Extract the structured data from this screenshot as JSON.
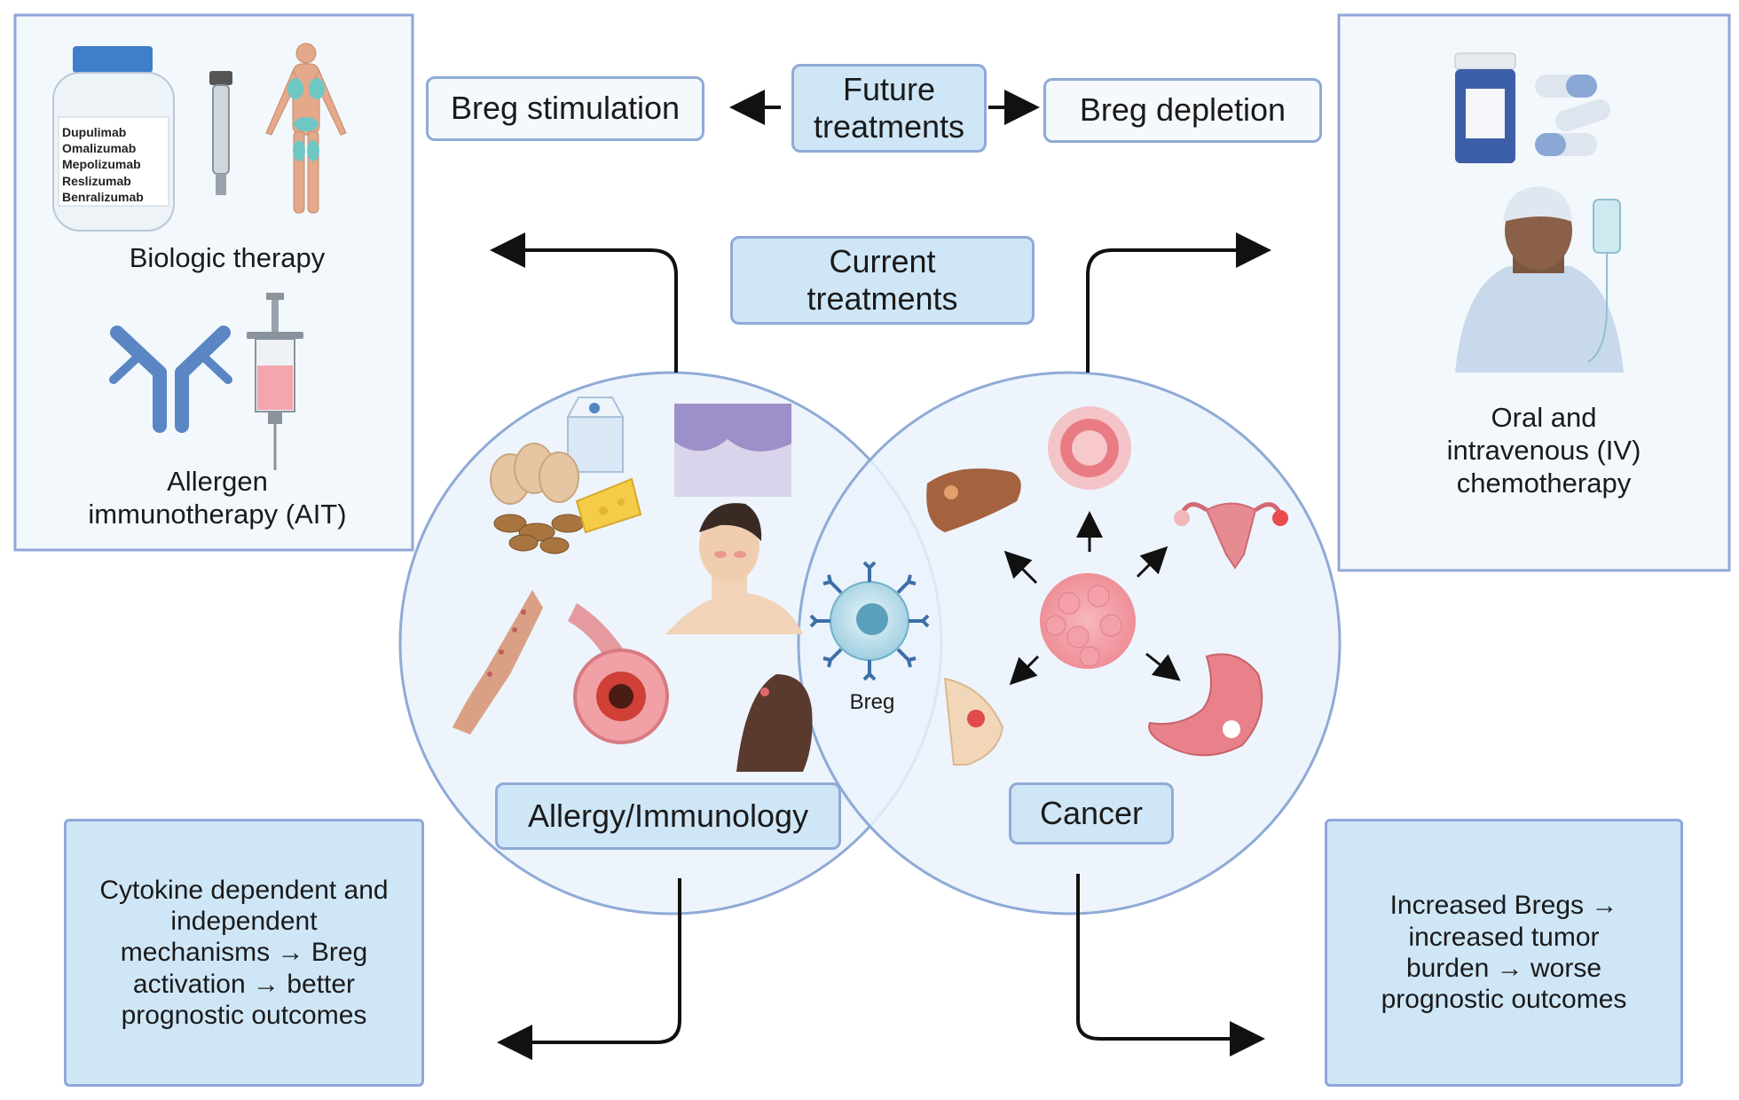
{
  "biologic_panel": {
    "drugs": [
      "Dupulimab",
      "Omalizumab",
      "Mepolizumab",
      "Reslizumab",
      "Benralizumab"
    ],
    "biologic_label": "Biologic therapy",
    "ait_label": "Allergen\nimmunotherapy (AIT)"
  },
  "future": {
    "title": "Future\ntreatments",
    "stimulation": "Breg stimulation",
    "depletion": "Breg depletion"
  },
  "current": {
    "title": "Current\ntreatments"
  },
  "chemo_panel": {
    "label": "Oral and\nintravenous (IV)\nchemotherapy"
  },
  "circles": {
    "allergy": "Allergy/Immunology",
    "cancer": "Cancer",
    "breg": "Breg"
  },
  "outcomes": {
    "allergy": "Cytokine dependent and\nindependent\nmechanisms → Breg\nactivation → better\nprognostic outcomes",
    "cancer": "Increased Bregs →\nincreased tumor\nburden → worse\nprognostic outcomes"
  },
  "colors": {
    "box_fill": "#cfe6f7",
    "box_border": "#8faad6",
    "panel_fill": "#f3f8fd",
    "circle_fill": "#eaf2fb"
  }
}
